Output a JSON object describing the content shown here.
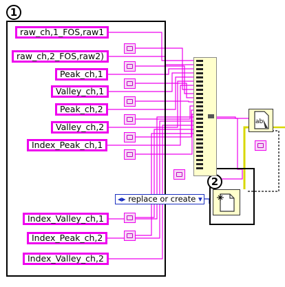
{
  "markers": {
    "one": "1",
    "two": "2"
  },
  "constants": [
    "raw_ch,1_FOS,raw1",
    "raw_ch,2_FOS,raw2)",
    "Peak_ch,1",
    "Valley_ch,1",
    "Peak_ch,2",
    "Valley_ch,2",
    "Index_Peak_ch,1",
    "Index_Valley_ch,1",
    "Index_Peak_ch,2",
    "Index_Valley_ch,2"
  ],
  "enum_control": {
    "value": "replace or create",
    "arrow": "▾",
    "lead": "◂▸"
  },
  "colors": {
    "wire_string": "#ee00ee",
    "wire_data": "#d8d800",
    "wire_enum": "#1a2fc0",
    "node_fill": "#ffffcc"
  },
  "icons": [
    "tag-icon",
    "bundle-node",
    "open-create-file-icon",
    "write-text-file-icon",
    "error-wire"
  ]
}
